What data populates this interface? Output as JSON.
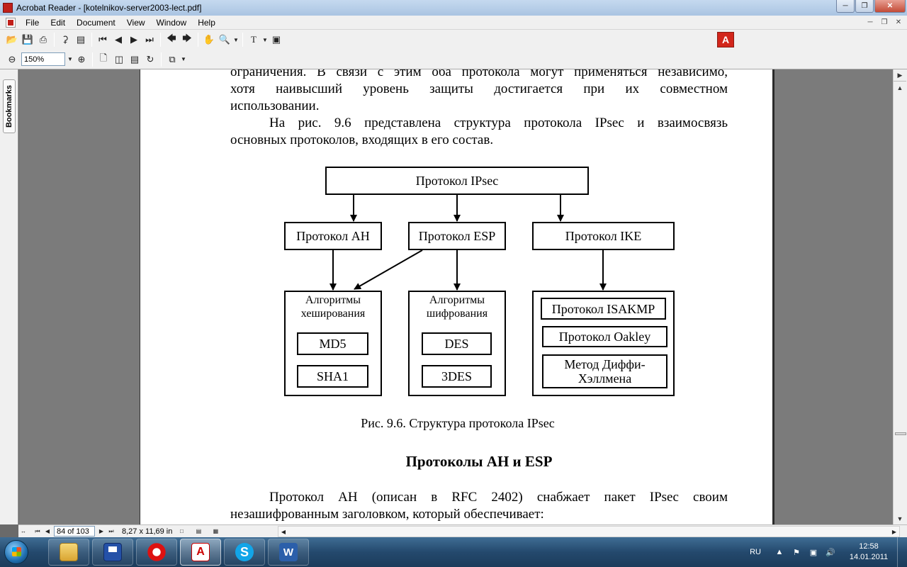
{
  "window": {
    "title": "Acrobat Reader - [kotelnikov-server2003-lect.pdf]"
  },
  "menu": {
    "items": [
      "File",
      "Edit",
      "Document",
      "View",
      "Window",
      "Help"
    ]
  },
  "toolbar": {
    "zoom_value": "150%"
  },
  "sidebar": {
    "bookmarks_label": "Bookmarks"
  },
  "document": {
    "para1": [
      "ограничения. В связи с этим оба протокола могут применяться независимо,",
      "хотя наивысший уровень защиты достигается при их совместном",
      "использовании."
    ],
    "para2": [
      "На рис. 9.6 представлена структура протокола IPsec и взаимосвязь",
      "основных протоколов, входящих в его состав."
    ],
    "diagram": {
      "root": "Протокол IPsec",
      "ah": "Протокол AH",
      "esp": "Протокол ESP",
      "ike": "Протокол IKE",
      "hash_title": "Алгоритмы хеширования",
      "hash_items": [
        "MD5",
        "SHA1"
      ],
      "cipher_title": "Алгоритмы шифрования",
      "cipher_items": [
        "DES",
        "3DES"
      ],
      "ike_items": [
        "Протокол ISAKMP",
        "Протокол Oakley",
        "Метод Диффи-Хэллмена"
      ]
    },
    "caption": "Рис. 9.6. Структура протокола IPsec",
    "heading": "Протоколы AH и ESP",
    "para3": [
      "Протокол AH (описан в RFC 2402) снабжает пакет IPsec своим",
      "незашифрованным заголовком, который обеспечивает:"
    ]
  },
  "statusbar": {
    "page_indicator": "84 of 103",
    "page_size": "8,27 x 11,69 in"
  },
  "taskbar": {
    "apps": [
      "explorer-icon",
      "save-icon",
      "opera-icon",
      "acrobat-icon",
      "skype-icon",
      "word-icon"
    ],
    "language": "RU",
    "time": "12:58",
    "date": "14.01.2011"
  }
}
